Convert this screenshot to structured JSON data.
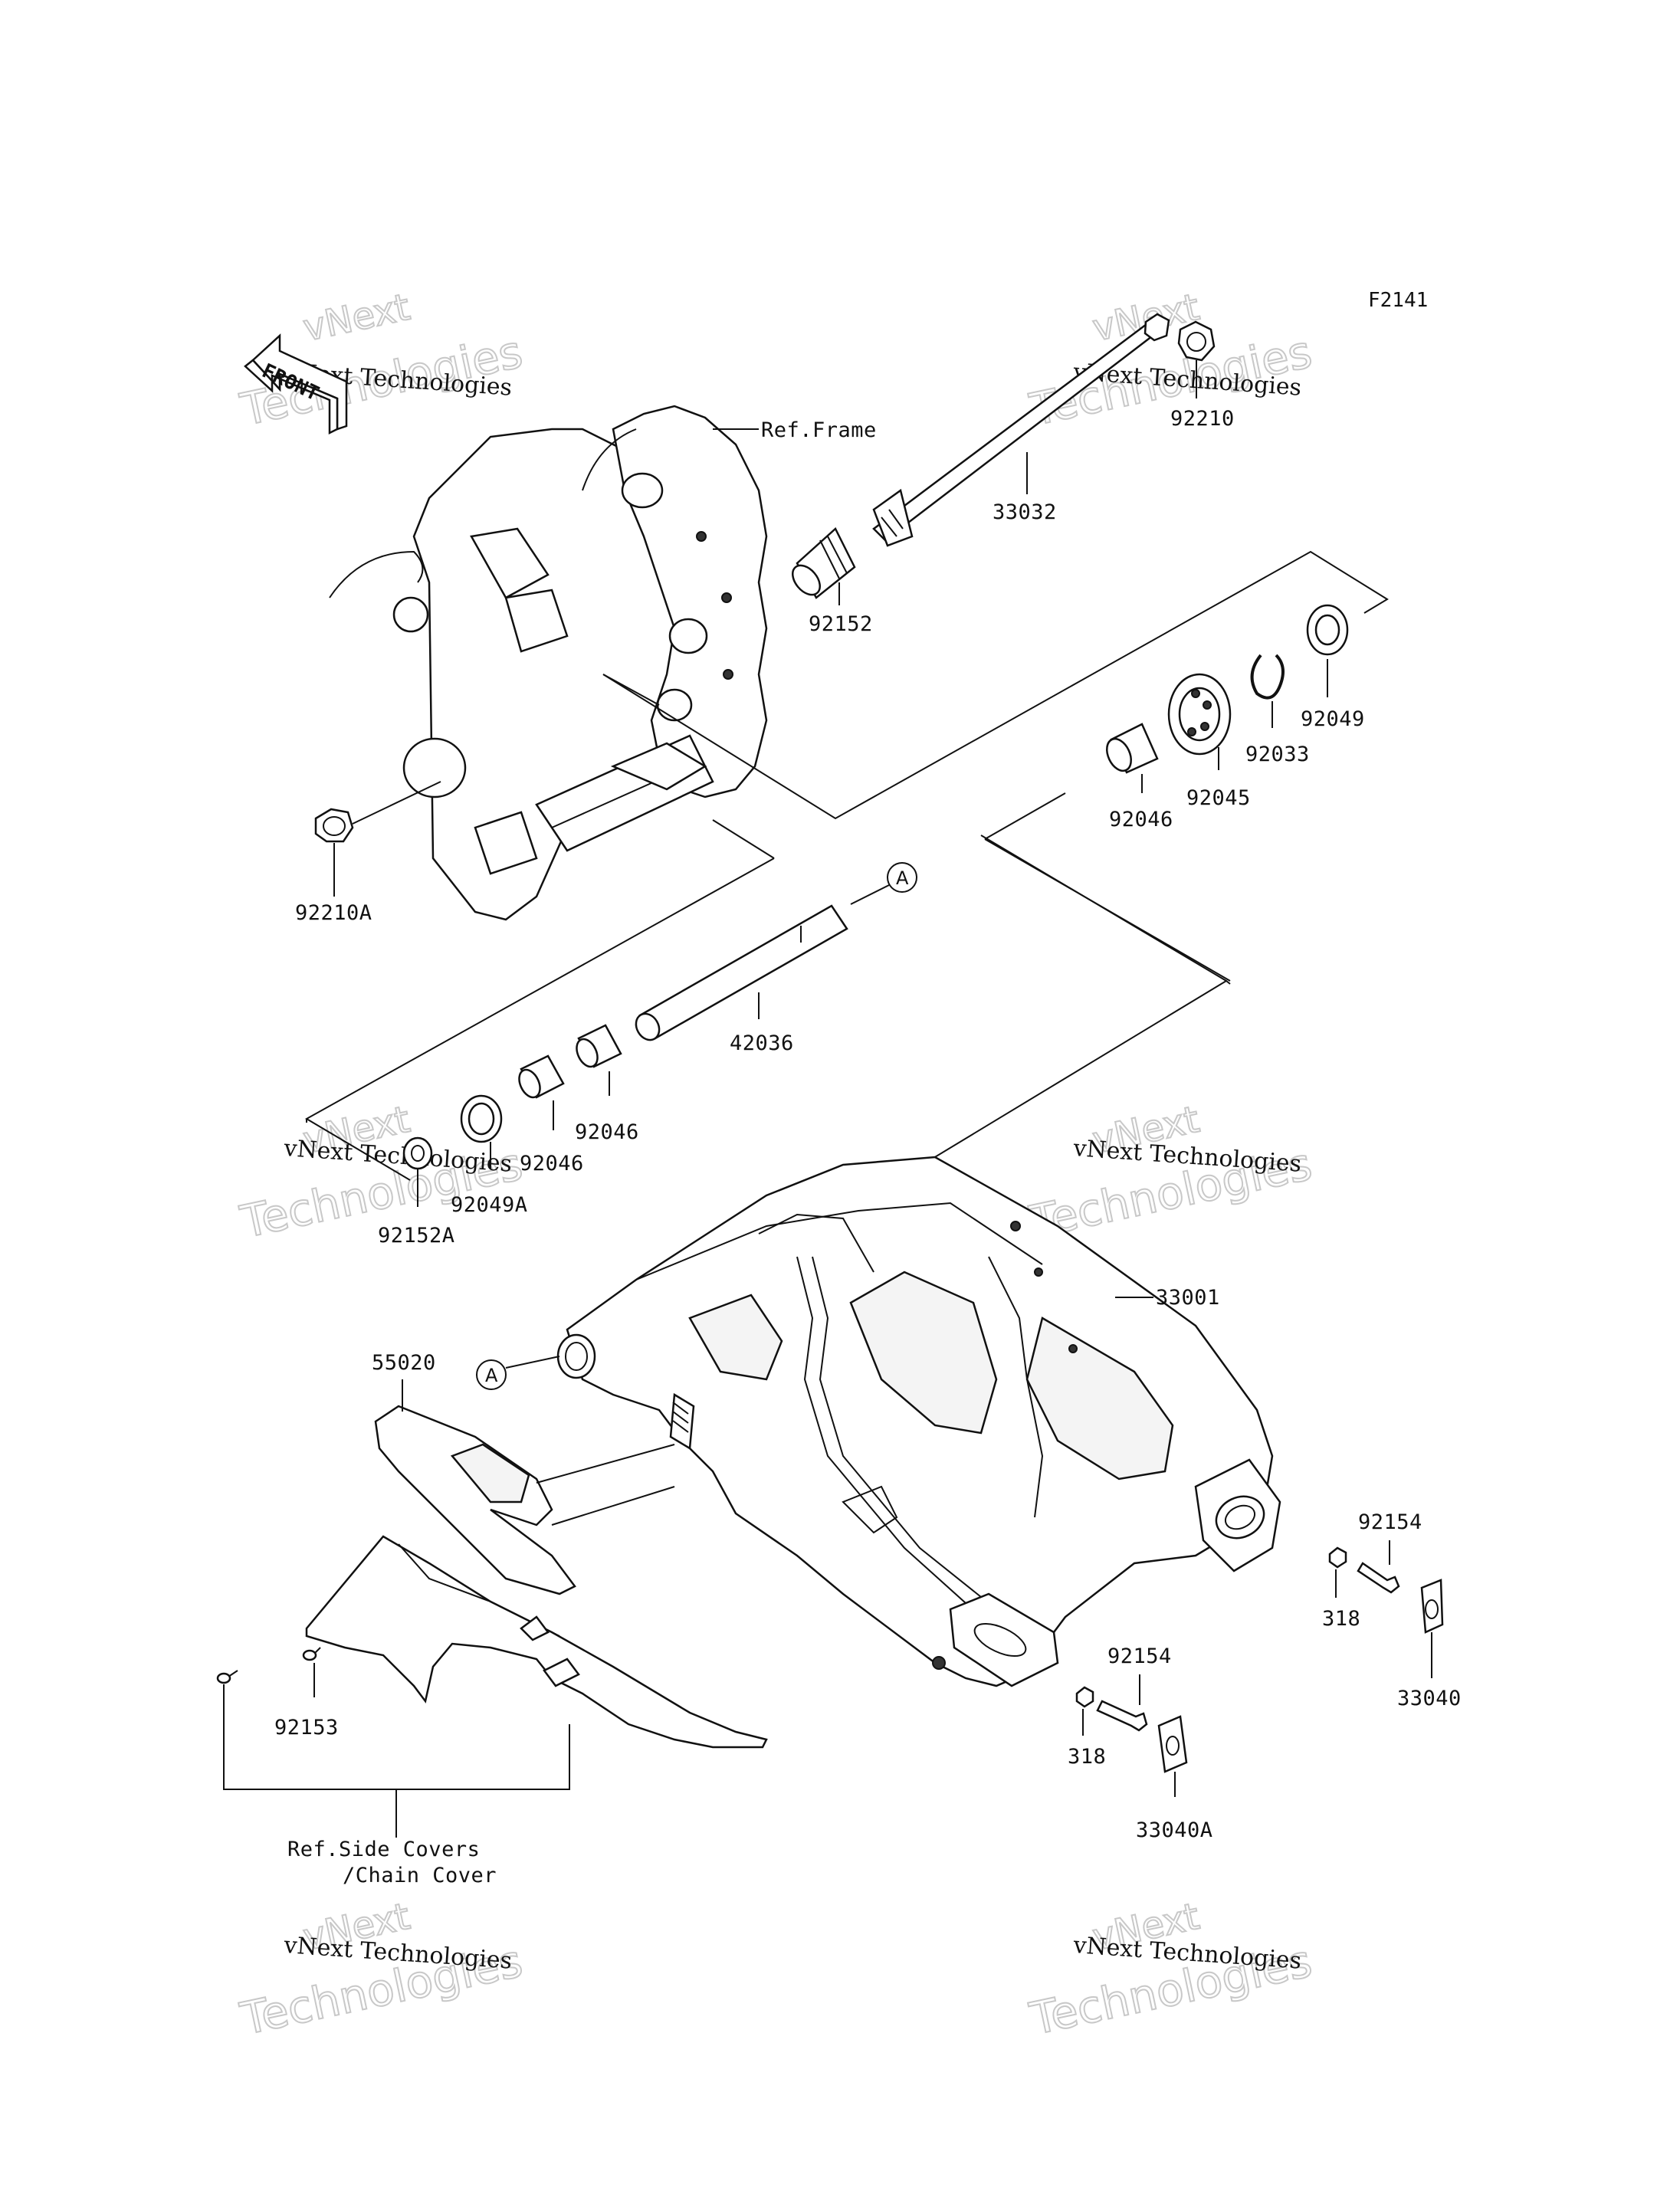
{
  "diagram_code": "F2141",
  "front_badge": "FRONT",
  "watermark": {
    "small": "vNext Technologies",
    "top": "vNext",
    "large": "Technologies"
  },
  "callout_marker": "A",
  "labels": {
    "ref_frame": "Ref.Frame",
    "p33032": "33032",
    "p92210": "92210",
    "p92152": "92152",
    "p92049": "92049",
    "p92033": "92033",
    "p92045": "92045",
    "p92046_top": "92046",
    "p92210A": "92210A",
    "p42036": "42036",
    "p92046_a": "92046",
    "p92046_b": "92046",
    "p92049A": "92049A",
    "p92152A": "92152A",
    "p33001": "33001",
    "p55020": "55020",
    "p92154_right": "92154",
    "p318_right": "318",
    "p33040": "33040",
    "p92154_center": "92154",
    "p318_center": "318",
    "p33040A": "33040A",
    "p92153": "92153",
    "ref_side_covers_1": "Ref.Side Covers",
    "ref_side_covers_2": "/Chain Cover"
  }
}
